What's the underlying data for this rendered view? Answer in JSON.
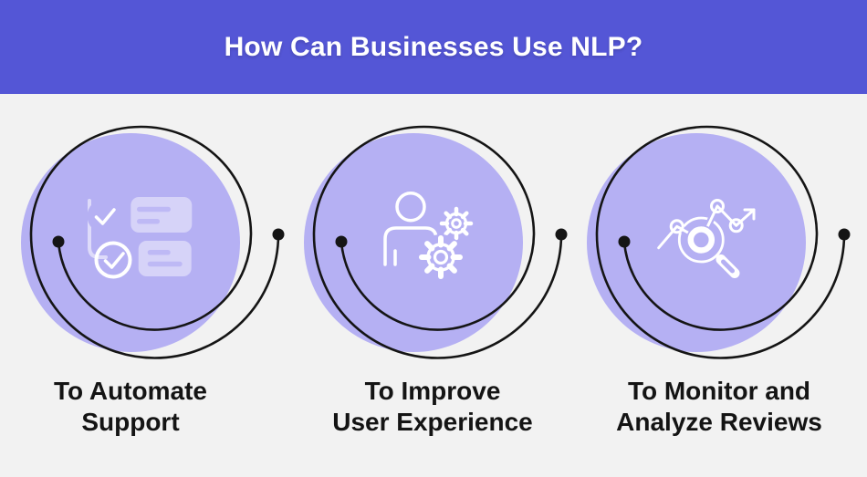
{
  "header": {
    "title": "How Can Businesses Use NLP?"
  },
  "items": [
    {
      "icon": "checklist-icon",
      "label_line1": "To Automate",
      "label_line2": "Support"
    },
    {
      "icon": "user-gears-icon",
      "label_line1": "To Improve",
      "label_line2": "User Experience"
    },
    {
      "icon": "analytics-magnifier-icon",
      "label_line1": "To Monitor and",
      "label_line2": "Analyze Reviews"
    }
  ],
  "colors": {
    "header_bg": "#5456d6",
    "header_text": "#ffffff",
    "background": "#f2f2f2",
    "circle_fill": "#b5b0f3",
    "outline": "#151515",
    "icon_stroke": "#ffffff",
    "label_text": "#141414"
  }
}
